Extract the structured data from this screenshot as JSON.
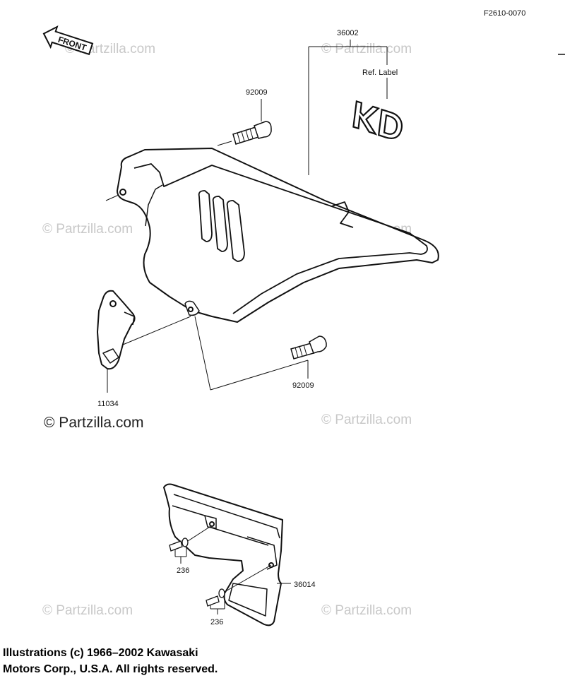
{
  "figure_code": "F2610-0070",
  "front_tag": "FRONT",
  "label_text": "KD",
  "parts": {
    "p36002": "36002",
    "ref_label": "Ref. Label",
    "p92009_top": "92009",
    "p92009_bottom": "92009",
    "p11034": "11034",
    "p236_top": "236",
    "p236_bottom": "236",
    "p36014": "36014"
  },
  "watermarks": {
    "small": "© Partzilla.com",
    "main": "© Partzilla.com"
  },
  "copyright": {
    "line1": "Illustrations (c) 1966–2002 Kawasaki",
    "line2": "Motors Corp., U.S.A.  All rights reserved."
  }
}
